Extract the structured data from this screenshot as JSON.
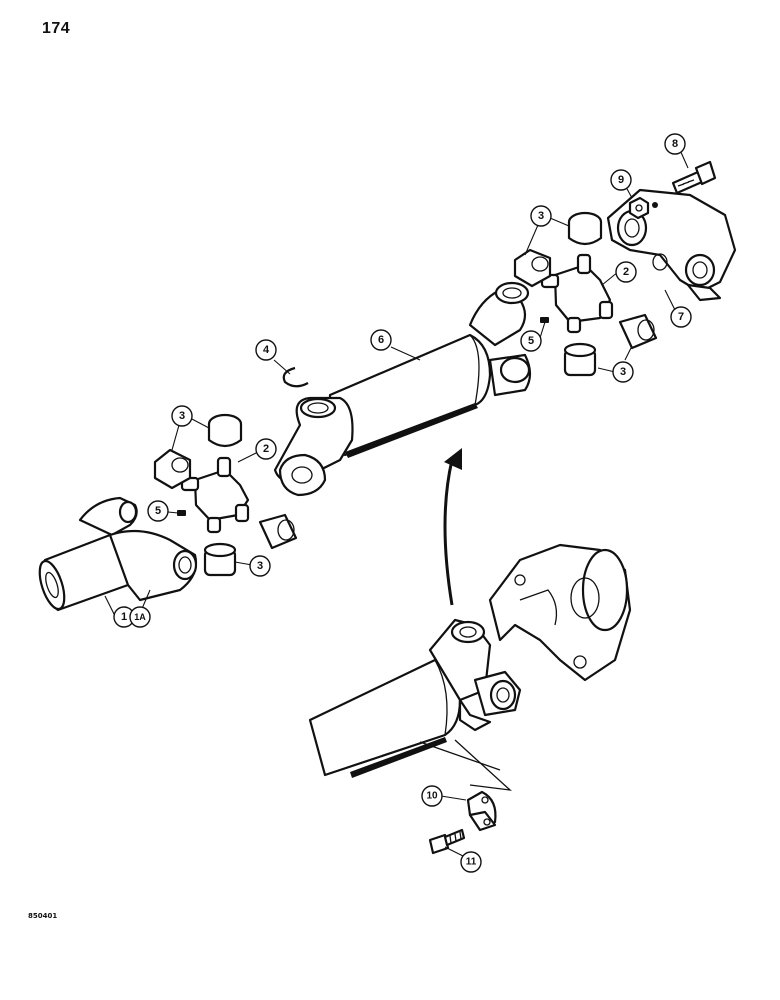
{
  "page_number": "174",
  "figure_code": "850401",
  "callouts": [
    {
      "id": "c-1",
      "label": "1"
    },
    {
      "id": "c-1a",
      "label": "1A"
    },
    {
      "id": "c-2a",
      "label": "2"
    },
    {
      "id": "c-2b",
      "label": "2"
    },
    {
      "id": "c-3a",
      "label": "3"
    },
    {
      "id": "c-3b",
      "label": "3"
    },
    {
      "id": "c-3c",
      "label": "3"
    },
    {
      "id": "c-3d",
      "label": "3"
    },
    {
      "id": "c-4",
      "label": "4"
    },
    {
      "id": "c-5a",
      "label": "5"
    },
    {
      "id": "c-5b",
      "label": "5"
    },
    {
      "id": "c-6",
      "label": "6"
    },
    {
      "id": "c-7",
      "label": "7"
    },
    {
      "id": "c-8",
      "label": "8"
    },
    {
      "id": "c-9",
      "label": "9"
    },
    {
      "id": "c-10",
      "label": "10"
    },
    {
      "id": "c-11",
      "label": "11"
    }
  ]
}
